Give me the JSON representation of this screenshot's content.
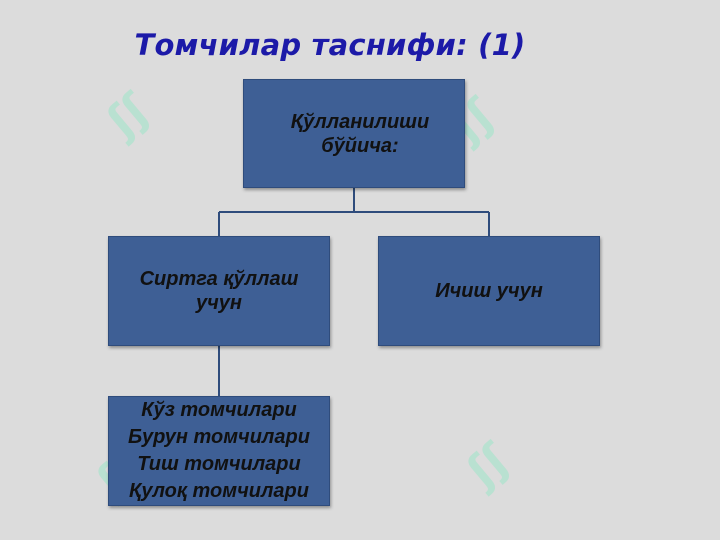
{
  "title": "Томчилар таснифи: (1)",
  "nodes": {
    "root": "Қўлланилиши\nбўйича:",
    "left": "Сиртга қўллаш\nучун",
    "right": "Ичиш учун",
    "list": "Кўз томчилари\nБурун томчилари\nТиш томчилари\nҚулоқ томчилари"
  },
  "colors": {
    "background": "#dcdcdc",
    "box": "#3e5f95",
    "title": "#1c1aa8",
    "connector": "#2f4c7c"
  }
}
